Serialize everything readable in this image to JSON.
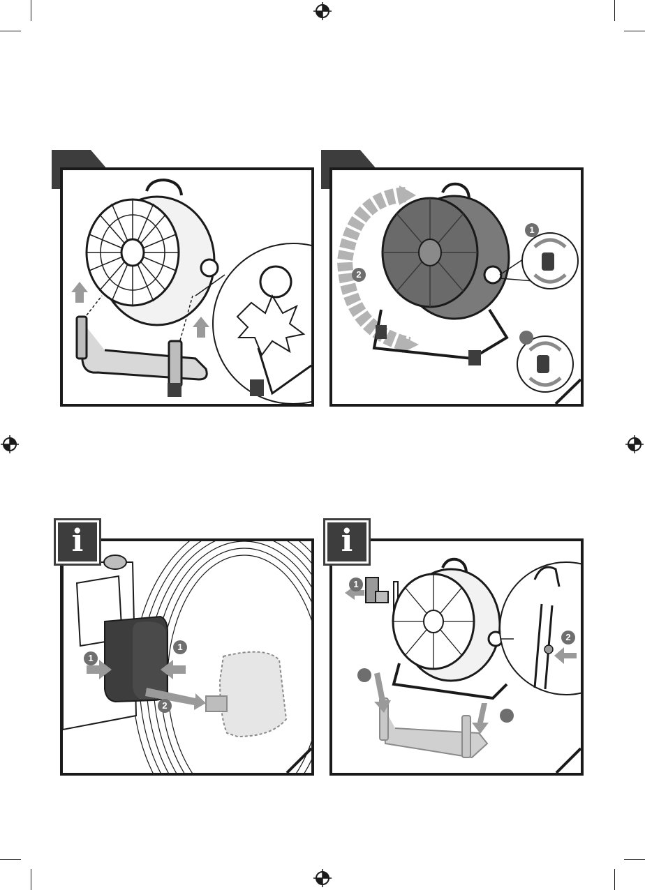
{
  "steps": {
    "fan_assembly": {
      "arrow_color": "#8a8a8a",
      "frame_color": "#2b2b2b"
    },
    "fan_adjust": {
      "callouts": [
        "1",
        "2",
        ""
      ]
    },
    "battery_info": {
      "info_label": "i",
      "callouts": [
        "1",
        "1",
        "2"
      ]
    },
    "stand_info": {
      "info_label": "i",
      "callouts": [
        "1",
        "2",
        "",
        ""
      ]
    }
  },
  "colors": {
    "ink": "#1a1a1a",
    "badge": "#3d3d3d",
    "callout": "#6e6e6e",
    "arrow": "#9a9a9a"
  },
  "icons": [
    "registration-mark-icon",
    "info-icon",
    "fan-icon",
    "battery-icon",
    "stand-icon",
    "rotate-arrow-icon"
  ]
}
